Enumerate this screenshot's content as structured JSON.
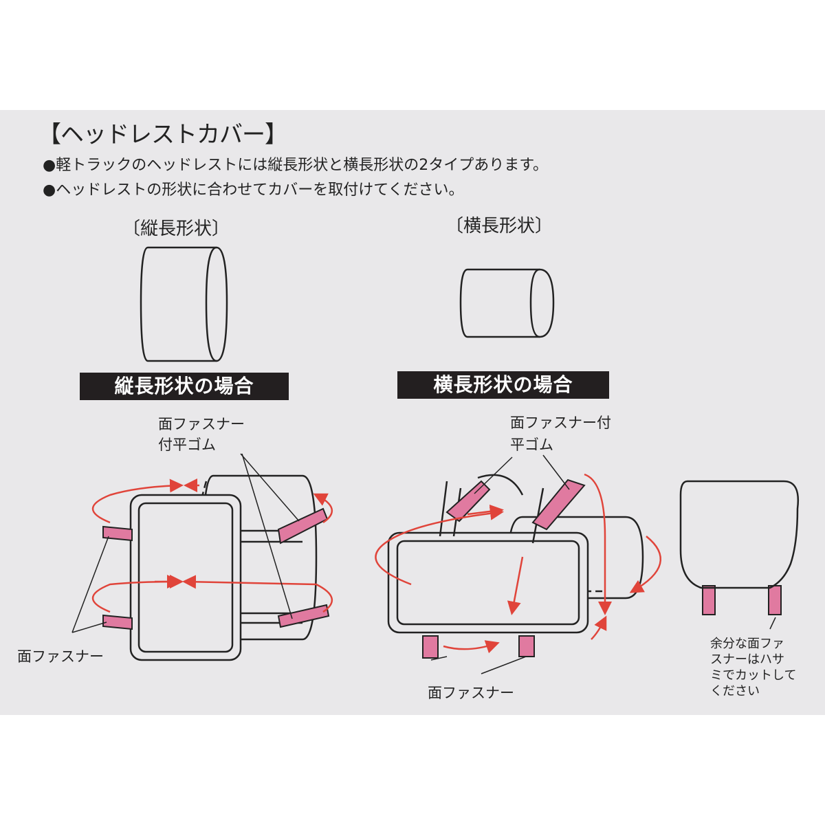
{
  "title": "【ヘッドレストカバー】",
  "bullets": [
    "●軽トラックのヘッドレストには縦長形状と横長形状の2タイプあります。",
    "●ヘッドレストの形状に合わせてカバーを取付けてください。"
  ],
  "shapes": {
    "vertical": "〔縦長形状〕",
    "horizontal": "〔横長形状〕"
  },
  "banners": {
    "vertical": "縦長形状の場合",
    "horizontal": "横長形状の場合"
  },
  "labels": {
    "left_strap_line1": "面ファスナー",
    "left_strap_line2": "付平ゴム",
    "left_fastener": "面ファスナー",
    "right_strap_line1": "面ファスナー付",
    "right_strap_line2": "平ゴム",
    "right_fastener": "面ファスナー",
    "note": [
      "余分な面ファ",
      "スナーはハサ",
      "ミでカットして",
      "ください"
    ]
  },
  "colors": {
    "panel": "#e9e8ea",
    "strap": "#e07aa0",
    "arrow": "#e0443a",
    "banner": "#231f20"
  }
}
